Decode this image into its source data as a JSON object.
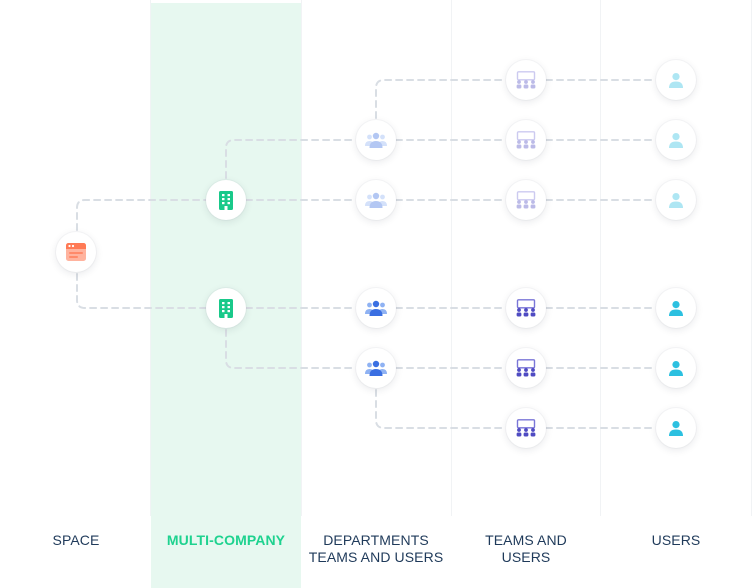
{
  "columns": [
    {
      "label": "SPACE"
    },
    {
      "label": "MULTI-COMPANY"
    },
    {
      "label": "DEPARTMENTS TEAMS AND USERS"
    },
    {
      "label": "TEAMS AND USERS"
    },
    {
      "label": "USERS"
    }
  ],
  "active_column": "MULTI-COMPANY",
  "colors": {
    "accent": "#1ed28f",
    "space_icon": "#ff8a6a",
    "company_icon": "#19c98a",
    "department_icon": "#4a7ee8",
    "team_icon": "#5a55c9",
    "user_icon": "#2cc0e0",
    "connector": "#d9dee4"
  },
  "nodes": {
    "space": [
      {
        "icon": "browser-window-icon"
      }
    ],
    "companies": [
      {
        "icon": "office-building-icon"
      },
      {
        "icon": "office-building-icon"
      }
    ],
    "departments": [
      {
        "icon": "user-group-icon",
        "faded": true
      },
      {
        "icon": "user-group-icon",
        "faded": true
      },
      {
        "icon": "user-group-icon",
        "faded": false
      },
      {
        "icon": "user-group-icon",
        "faded": false
      }
    ],
    "teams": [
      {
        "icon": "team-board-icon",
        "faded": true
      },
      {
        "icon": "team-board-icon",
        "faded": true
      },
      {
        "icon": "team-board-icon",
        "faded": true
      },
      {
        "icon": "team-board-icon",
        "faded": false
      },
      {
        "icon": "team-board-icon",
        "faded": false
      },
      {
        "icon": "team-board-icon",
        "faded": false
      }
    ],
    "users": [
      {
        "icon": "user-icon",
        "faded": true
      },
      {
        "icon": "user-icon",
        "faded": true
      },
      {
        "icon": "user-icon",
        "faded": true
      },
      {
        "icon": "user-icon",
        "faded": false
      },
      {
        "icon": "user-icon",
        "faded": false
      },
      {
        "icon": "user-icon",
        "faded": false
      }
    ]
  }
}
